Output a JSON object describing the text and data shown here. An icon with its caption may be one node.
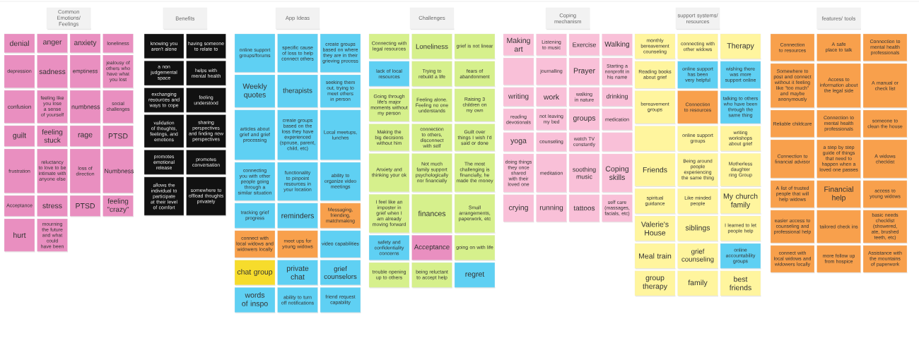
{
  "diagram": {
    "nodes": [
      {
        "text": [
          "Common Emotions/ Feelings"
        ]
      },
      {
        "text": [
          "denial"
        ]
      },
      {
        "text": [
          "anger"
        ]
      },
      {
        "text": [
          "anxiety"
        ]
      },
      {
        "text": [
          "loneliness"
        ]
      },
      {
        "text": [
          "depression"
        ]
      },
      {
        "text": [
          "sadness"
        ]
      },
      {
        "text": [
          "emptiness"
        ]
      },
      {
        "text": [
          "jealousy of others who have what you lost"
        ]
      },
      {
        "text": [
          "confusion"
        ]
      },
      {
        "text": [
          "feeling like you lose a sense of yourself"
        ]
      },
      {
        "text": [
          "numbness"
        ]
      },
      {
        "text": [
          "social challenges"
        ]
      },
      {
        "text": [
          "guilt"
        ]
      },
      {
        "text": [
          "feeling stuck"
        ]
      },
      {
        "text": [
          "rage"
        ]
      },
      {
        "text": [
          "PTSD"
        ]
      },
      {
        "text": [
          "frustration"
        ]
      },
      {
        "text": [
          "reluctancy to love to be intimate with anyone else"
        ]
      },
      {
        "text": [
          "loss of direction"
        ]
      },
      {
        "text": [
          "Numbness"
        ]
      },
      {
        "text": [
          "Acceptance"
        ]
      },
      {
        "text": [
          "stress"
        ]
      },
      {
        "text": [
          "PTSD"
        ]
      },
      {
        "text": [
          "feeling \"crazy\""
        ]
      },
      {
        "text": [
          "hurt"
        ]
      },
      {
        "text": [
          "mourning the future and what could have been"
        ]
      },
      {
        "text": [
          "Benefits"
        ]
      },
      {
        "text": [
          "knowing you aren't alone"
        ]
      },
      {
        "text": [
          "having someone to relate to"
        ]
      },
      {
        "text": [
          "a non judgemental space"
        ]
      },
      {
        "text": [
          "helps with mental health"
        ]
      },
      {
        "text": [
          "exchanging resources and ways to cope"
        ]
      },
      {
        "text": [
          "feeling understood"
        ]
      },
      {
        "text": [
          "validation of thoughts, feelings, and emotions"
        ]
      },
      {
        "text": [
          "sharing perspectives and finding new perspectives"
        ]
      },
      {
        "text": [
          "promotes emotional release"
        ]
      },
      {
        "text": [
          "promotes conversation"
        ]
      },
      {
        "text": [
          "allows the individual to participate at their level of comfort"
        ]
      },
      {
        "text": [
          "somewhere to offload thoughts privately"
        ]
      },
      {
        "text": [
          "App Ideas"
        ]
      },
      {
        "text": [
          "online support groups/forums"
        ]
      },
      {
        "text": [
          "specific cause of loss to help connect others"
        ]
      },
      {
        "text": [
          "create groups based on where they are in their grieving process"
        ]
      },
      {
        "text": [
          "Weekly quotes"
        ]
      },
      {
        "text": [
          "therapists"
        ]
      },
      {
        "text": [
          "seeking them out, trying to meet others in person"
        ]
      },
      {
        "text": [
          "articles about grief and grief processing"
        ]
      },
      {
        "text": [
          "create groups based on the loss they have experienced (spouse, parent, child, etc)"
        ]
      },
      {
        "text": [
          "Local meetups, lunches"
        ]
      },
      {
        "text": [
          "connecting you with other people going through a similar situation"
        ]
      },
      {
        "text": [
          "functionality to pinpoint resources in your location"
        ]
      },
      {
        "text": [
          "ability to organize video meetings"
        ]
      },
      {
        "text": [
          "tracking grief progress"
        ]
      },
      {
        "text": [
          "reminders"
        ]
      },
      {
        "text": [
          "Messaging, friending, matchmaking"
        ]
      },
      {
        "text": [
          "connect with local widows and widowers locally"
        ]
      },
      {
        "text": [
          "meet ups for young widows"
        ]
      },
      {
        "text": [
          "video capabilities"
        ]
      },
      {
        "text": [
          "chat group"
        ]
      },
      {
        "text": [
          "private chat"
        ]
      },
      {
        "text": [
          "grief counselors"
        ]
      },
      {
        "text": [
          "words of inspo"
        ]
      },
      {
        "text": [
          "ability to turn off notifications"
        ]
      },
      {
        "text": [
          "friend request capability"
        ]
      },
      {
        "text": [
          "Challenges"
        ]
      },
      {
        "text": [
          "Connecting with legal resources"
        ]
      },
      {
        "text": [
          "Loneliness"
        ]
      },
      {
        "text": [
          "grief is not linear"
        ]
      },
      {
        "text": [
          "lack of local resources"
        ]
      },
      {
        "text": [
          "Trying to rebuild a life"
        ]
      },
      {
        "text": [
          "fears of abandonment"
        ]
      },
      {
        "text": [
          "Going through life's major moments without my person"
        ]
      },
      {
        "text": [
          "Feeling alone. Feeling no one understands"
        ]
      },
      {
        "text": [
          "Raising 3 children on my own"
        ]
      },
      {
        "text": [
          "Making the big decisions without him"
        ]
      },
      {
        "text": [
          "connection to others, disconnect with self"
        ]
      },
      {
        "text": [
          "Guilt over things I wish I'd said or done"
        ]
      },
      {
        "text": [
          "Anxiety and thinking your ok"
        ]
      },
      {
        "text": [
          "Not much family support psychologically nor financially"
        ]
      },
      {
        "text": [
          "The most challenging is financially, he made the money"
        ]
      },
      {
        "text": [
          "I feel like an imposter in grief when I am already moving forward"
        ]
      },
      {
        "text": [
          "finances"
        ]
      },
      {
        "text": [
          "Small arrangements, paperwork, etc"
        ]
      },
      {
        "text": [
          "safety and confidentiality concerns"
        ]
      },
      {
        "text": [
          "Acceptance"
        ]
      },
      {
        "text": [
          "going on with life"
        ]
      },
      {
        "text": [
          "trouble opening up to others"
        ]
      },
      {
        "text": [
          "being reluctant to accept help"
        ]
      },
      {
        "text": [
          "regret"
        ]
      },
      {
        "text": [
          "Coping mechanism"
        ]
      },
      {
        "text": [
          "Making art"
        ]
      },
      {
        "text": [
          "Listening to music"
        ]
      },
      {
        "text": [
          "Exercise"
        ]
      },
      {
        "text": [
          "Walking"
        ]
      },
      {
        "text": [],
        "shape": "box"
      },
      {
        "text": [
          "journalling"
        ]
      },
      {
        "text": [
          "Prayer"
        ]
      },
      {
        "text": [
          "Starting a nonprofit in his name"
        ]
      },
      {
        "text": [
          "writing"
        ]
      },
      {
        "text": [
          "work"
        ]
      },
      {
        "text": [
          "walking in nature"
        ]
      },
      {
        "text": [
          "drinking"
        ]
      },
      {
        "text": [
          "reading devotionals"
        ]
      },
      {
        "text": [
          "not leaving my bed"
        ]
      },
      {
        "text": [
          "groups"
        ]
      },
      {
        "text": [
          "medication"
        ]
      },
      {
        "text": [
          "yoga"
        ]
      },
      {
        "text": [
          "counseling"
        ]
      },
      {
        "text": [
          "watch TV constantly"
        ]
      },
      {
        "text": [],
        "shape": "box"
      },
      {
        "text": [
          "doing things they once shared with their loved one"
        ]
      },
      {
        "text": [
          "meditation"
        ]
      },
      {
        "text": [
          "soothing music"
        ]
      },
      {
        "text": [
          "Coping skills"
        ]
      },
      {
        "text": [
          "crying"
        ]
      },
      {
        "text": [
          "running"
        ]
      },
      {
        "text": [
          "tattoos"
        ]
      },
      {
        "text": [
          "self care (massages, facials, etc)"
        ]
      },
      {
        "text": [
          "support systems/ resources"
        ]
      },
      {
        "text": [
          "monthly bereavement counseling"
        ]
      },
      {
        "text": [
          "connecting with other widows"
        ]
      },
      {
        "text": [
          "Therapy"
        ]
      },
      {
        "text": [
          "Reading books about grief"
        ]
      },
      {
        "text": [
          "online support has been very helpful"
        ]
      },
      {
        "text": [
          "wishing there was more support online"
        ]
      },
      {
        "text": [
          "bereavement groups"
        ]
      },
      {
        "text": [
          "Connection to resources"
        ]
      },
      {
        "text": [
          "talking to others who have been through the same thing"
        ]
      },
      {
        "text": [],
        "shape": "box"
      },
      {
        "text": [
          "online support groups"
        ]
      },
      {
        "text": [
          "writing workshops about grief"
        ]
      },
      {
        "text": [
          "Friends"
        ]
      },
      {
        "text": [
          "Being around people experiencing the same thing"
        ]
      },
      {
        "text": [
          "Motherless daughter ring Group"
        ]
      },
      {
        "text": [
          "spiritual guidance"
        ]
      },
      {
        "text": [
          "Like minded people"
        ]
      },
      {
        "text": [
          "My church family"
        ]
      },
      {
        "text": [
          "Valerie's House"
        ]
      },
      {
        "text": [
          "siblings"
        ]
      },
      {
        "text": [
          "I learned to let people help"
        ]
      },
      {
        "text": [
          "Meal train"
        ]
      },
      {
        "text": [
          "grief counseling"
        ]
      },
      {
        "text": [
          "online accountability groups"
        ]
      },
      {
        "text": [
          "group therapy"
        ]
      },
      {
        "text": [
          "family"
        ]
      },
      {
        "text": [
          "best friends"
        ]
      },
      {
        "text": [
          "features/ tools"
        ]
      },
      {
        "text": [
          "Connection to resources"
        ]
      },
      {
        "text": [
          "A safe place to talk"
        ]
      },
      {
        "text": [
          "Connection to mental health professionals"
        ]
      },
      {
        "text": [
          "Somewhere to post and connect without it feeling like \"too much\" and maybe anonymously"
        ]
      },
      {
        "text": [
          "Access to information about the legal side"
        ]
      },
      {
        "text": [
          "A manual or check list"
        ]
      },
      {
        "text": [
          "Reliable childcare"
        ]
      },
      {
        "text": [
          "Connection to mental health professionals"
        ]
      },
      {
        "text": [
          "someone to clean the house"
        ]
      },
      {
        "text": [
          "Connection to financial advisor"
        ]
      },
      {
        "text": [
          "a step by step guide of things that need to happen when a loved one passes"
        ]
      },
      {
        "text": [
          "A widows checklist"
        ]
      },
      {
        "text": [
          "A list of trusted people that will help widows"
        ]
      },
      {
        "text": [
          "Financial help"
        ]
      },
      {
        "text": [
          "access to young widows"
        ]
      },
      {
        "text": [
          "easier access to counseling and professional help"
        ]
      },
      {
        "text": [
          "tailored check ins"
        ]
      },
      {
        "text": [
          "basic needs checklist (showered, ate, brushed teeth, etc)"
        ]
      },
      {
        "text": [
          "connect with local widows and widowers locally"
        ]
      },
      {
        "text": [
          "more follow up from hospice"
        ]
      },
      {
        "text": [
          "Assistance with the mountains of paperwork"
        ]
      }
    ]
  }
}
